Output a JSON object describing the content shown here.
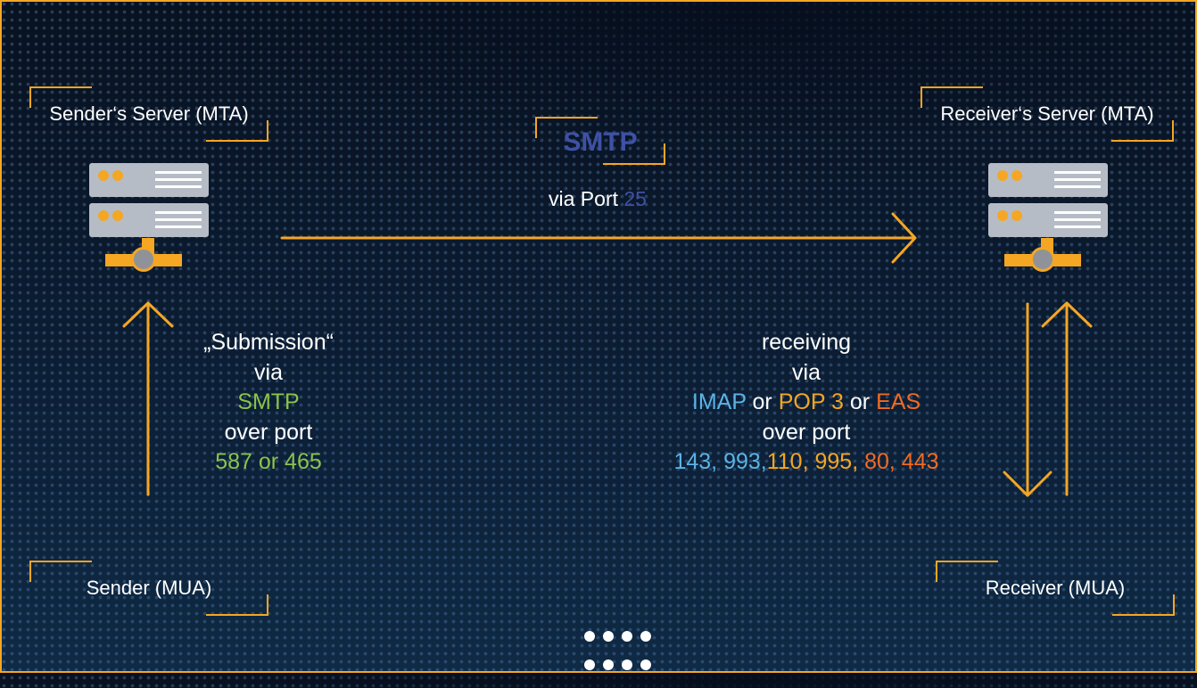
{
  "nodes": {
    "sender_server": "Sender‘s Server (MTA)",
    "receiver_server": "Receiver‘s Server (MTA)",
    "sender_client": "Sender (MUA)",
    "receiver_client": "Receiver (MUA)"
  },
  "transfer": {
    "protocol": "SMTP",
    "via_label": "via Port",
    "port": "25"
  },
  "submission": {
    "line1": "„Submission“",
    "line2": "via",
    "protocol": "SMTP",
    "line4": "over port",
    "ports": "587 or 465"
  },
  "receiving": {
    "line1": "receiving",
    "line2": "via",
    "imap": "IMAP",
    "or1": "or",
    "pop": "POP 3",
    "or2": "or",
    "eas": "EAS",
    "line4": "over port",
    "ports_imap": "143, 993,",
    "ports_pop": "110, 995,",
    "ports_eas": "80, 443"
  },
  "colors": {
    "accent": "#f5a623",
    "smtp_transfer": "#3f51a5",
    "smtp_submission": "#8bc34a",
    "imap": "#5bb3e6",
    "pop": "#f5a623",
    "eas": "#f26a22"
  },
  "icons": [
    "server-icon",
    "arrow-right-icon",
    "arrow-up-icon",
    "arrow-down-icon",
    "dots-logo-icon"
  ]
}
